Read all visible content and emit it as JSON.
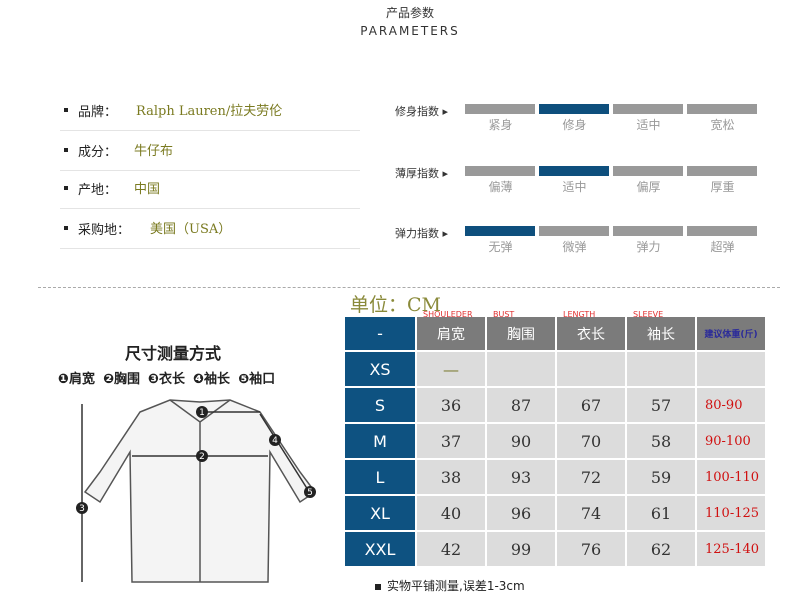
{
  "header": {
    "title_cn": "产品参数",
    "title_en": "PARAMETERS"
  },
  "params": [
    {
      "label": "品牌：",
      "value": "Ralph Lauren/拉夫劳伦"
    },
    {
      "label": "成分：",
      "value": "牛仔布"
    },
    {
      "label": "产地：",
      "value": "中国"
    },
    {
      "label": "采购地：",
      "value": "美国（USA）"
    }
  ],
  "indices": [
    {
      "label": "修身指数",
      "options": [
        "紧身",
        "修身",
        "适中",
        "宽松"
      ],
      "selected": 1
    },
    {
      "label": "薄厚指数",
      "options": [
        "偏薄",
        "适中",
        "偏厚",
        "厚重"
      ],
      "selected": 1
    },
    {
      "label": "弹力指数",
      "options": [
        "无弹",
        "微弹",
        "弹力",
        "超弹"
      ],
      "selected": 0
    }
  ],
  "measure": {
    "title": "尺寸测量方式",
    "legend": [
      "❶肩宽",
      "❷胸围",
      "❸衣长",
      "❹袖长",
      "❺袖口"
    ]
  },
  "size_table": {
    "unit": "单位：CM",
    "columns": [
      "-",
      "肩宽",
      "胸围",
      "衣长",
      "袖长",
      "建议体重(斤)"
    ],
    "columns_en": [
      "SHOULEDER",
      "BUST",
      "LENGTH",
      "SLEEVE"
    ],
    "rows": [
      [
        "XS",
        "—",
        "",
        "",
        "",
        ""
      ],
      [
        "S",
        "36",
        "87",
        "67",
        "57",
        "80-90"
      ],
      [
        "M",
        "37",
        "90",
        "70",
        "58",
        "90-100"
      ],
      [
        "L",
        "38",
        "93",
        "72",
        "59",
        "100-110"
      ],
      [
        "XL",
        "40",
        "96",
        "74",
        "61",
        "110-125"
      ],
      [
        "XXL",
        "42",
        "99",
        "76",
        "62",
        "125-140"
      ]
    ]
  },
  "footnote": "实物平铺测量,误差1-3cm",
  "colors": {
    "accent": "#0e5281",
    "header_gray": "#7b7b7b",
    "weight": "#d01010"
  }
}
